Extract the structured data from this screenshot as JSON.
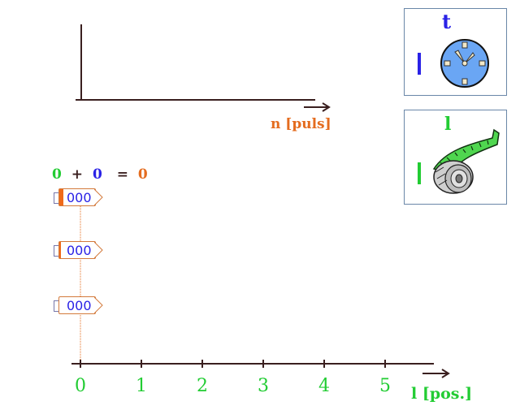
{
  "top_chart": {
    "x_axis_label": "n [puls]"
  },
  "equation": {
    "a": "0",
    "plus": "+",
    "b": "0",
    "equals": "=",
    "result": "0"
  },
  "counters": [
    {
      "value": "000",
      "fill": "high"
    },
    {
      "value": "000",
      "fill": "low"
    },
    {
      "value": "000",
      "fill": "none"
    }
  ],
  "bottom_axis": {
    "label": "l [pos.]",
    "ticks": [
      "0",
      "1",
      "2",
      "3",
      "4",
      "5"
    ]
  },
  "panels": {
    "time": {
      "symbol": "t",
      "icon": "clock-icon"
    },
    "length": {
      "symbol": "l",
      "icon": "tape-measure-icon"
    }
  },
  "colors": {
    "orange": "#e46c1f",
    "blue": "#2a22e6",
    "green": "#22cc33",
    "dark_axis": "#3a1f1f"
  }
}
